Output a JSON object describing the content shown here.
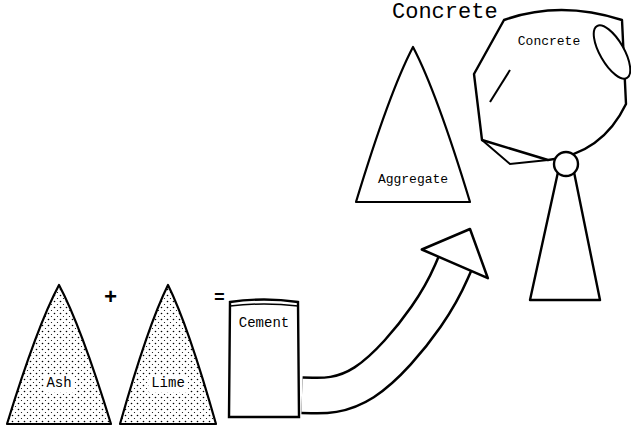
{
  "diagram": {
    "title": "Concrete",
    "nodes": [
      {
        "text": [
          "Ash"
        ]
      },
      {
        "text": [
          "Lime"
        ]
      },
      {
        "text": [
          "Cement"
        ]
      },
      {
        "text": [
          "Aggregate"
        ]
      },
      {
        "text": [
          "Concrete"
        ]
      }
    ],
    "edges": [
      {
        "from": 2,
        "to": 4,
        "arrow": "to"
      }
    ],
    "labels": [
      "+",
      "="
    ]
  }
}
